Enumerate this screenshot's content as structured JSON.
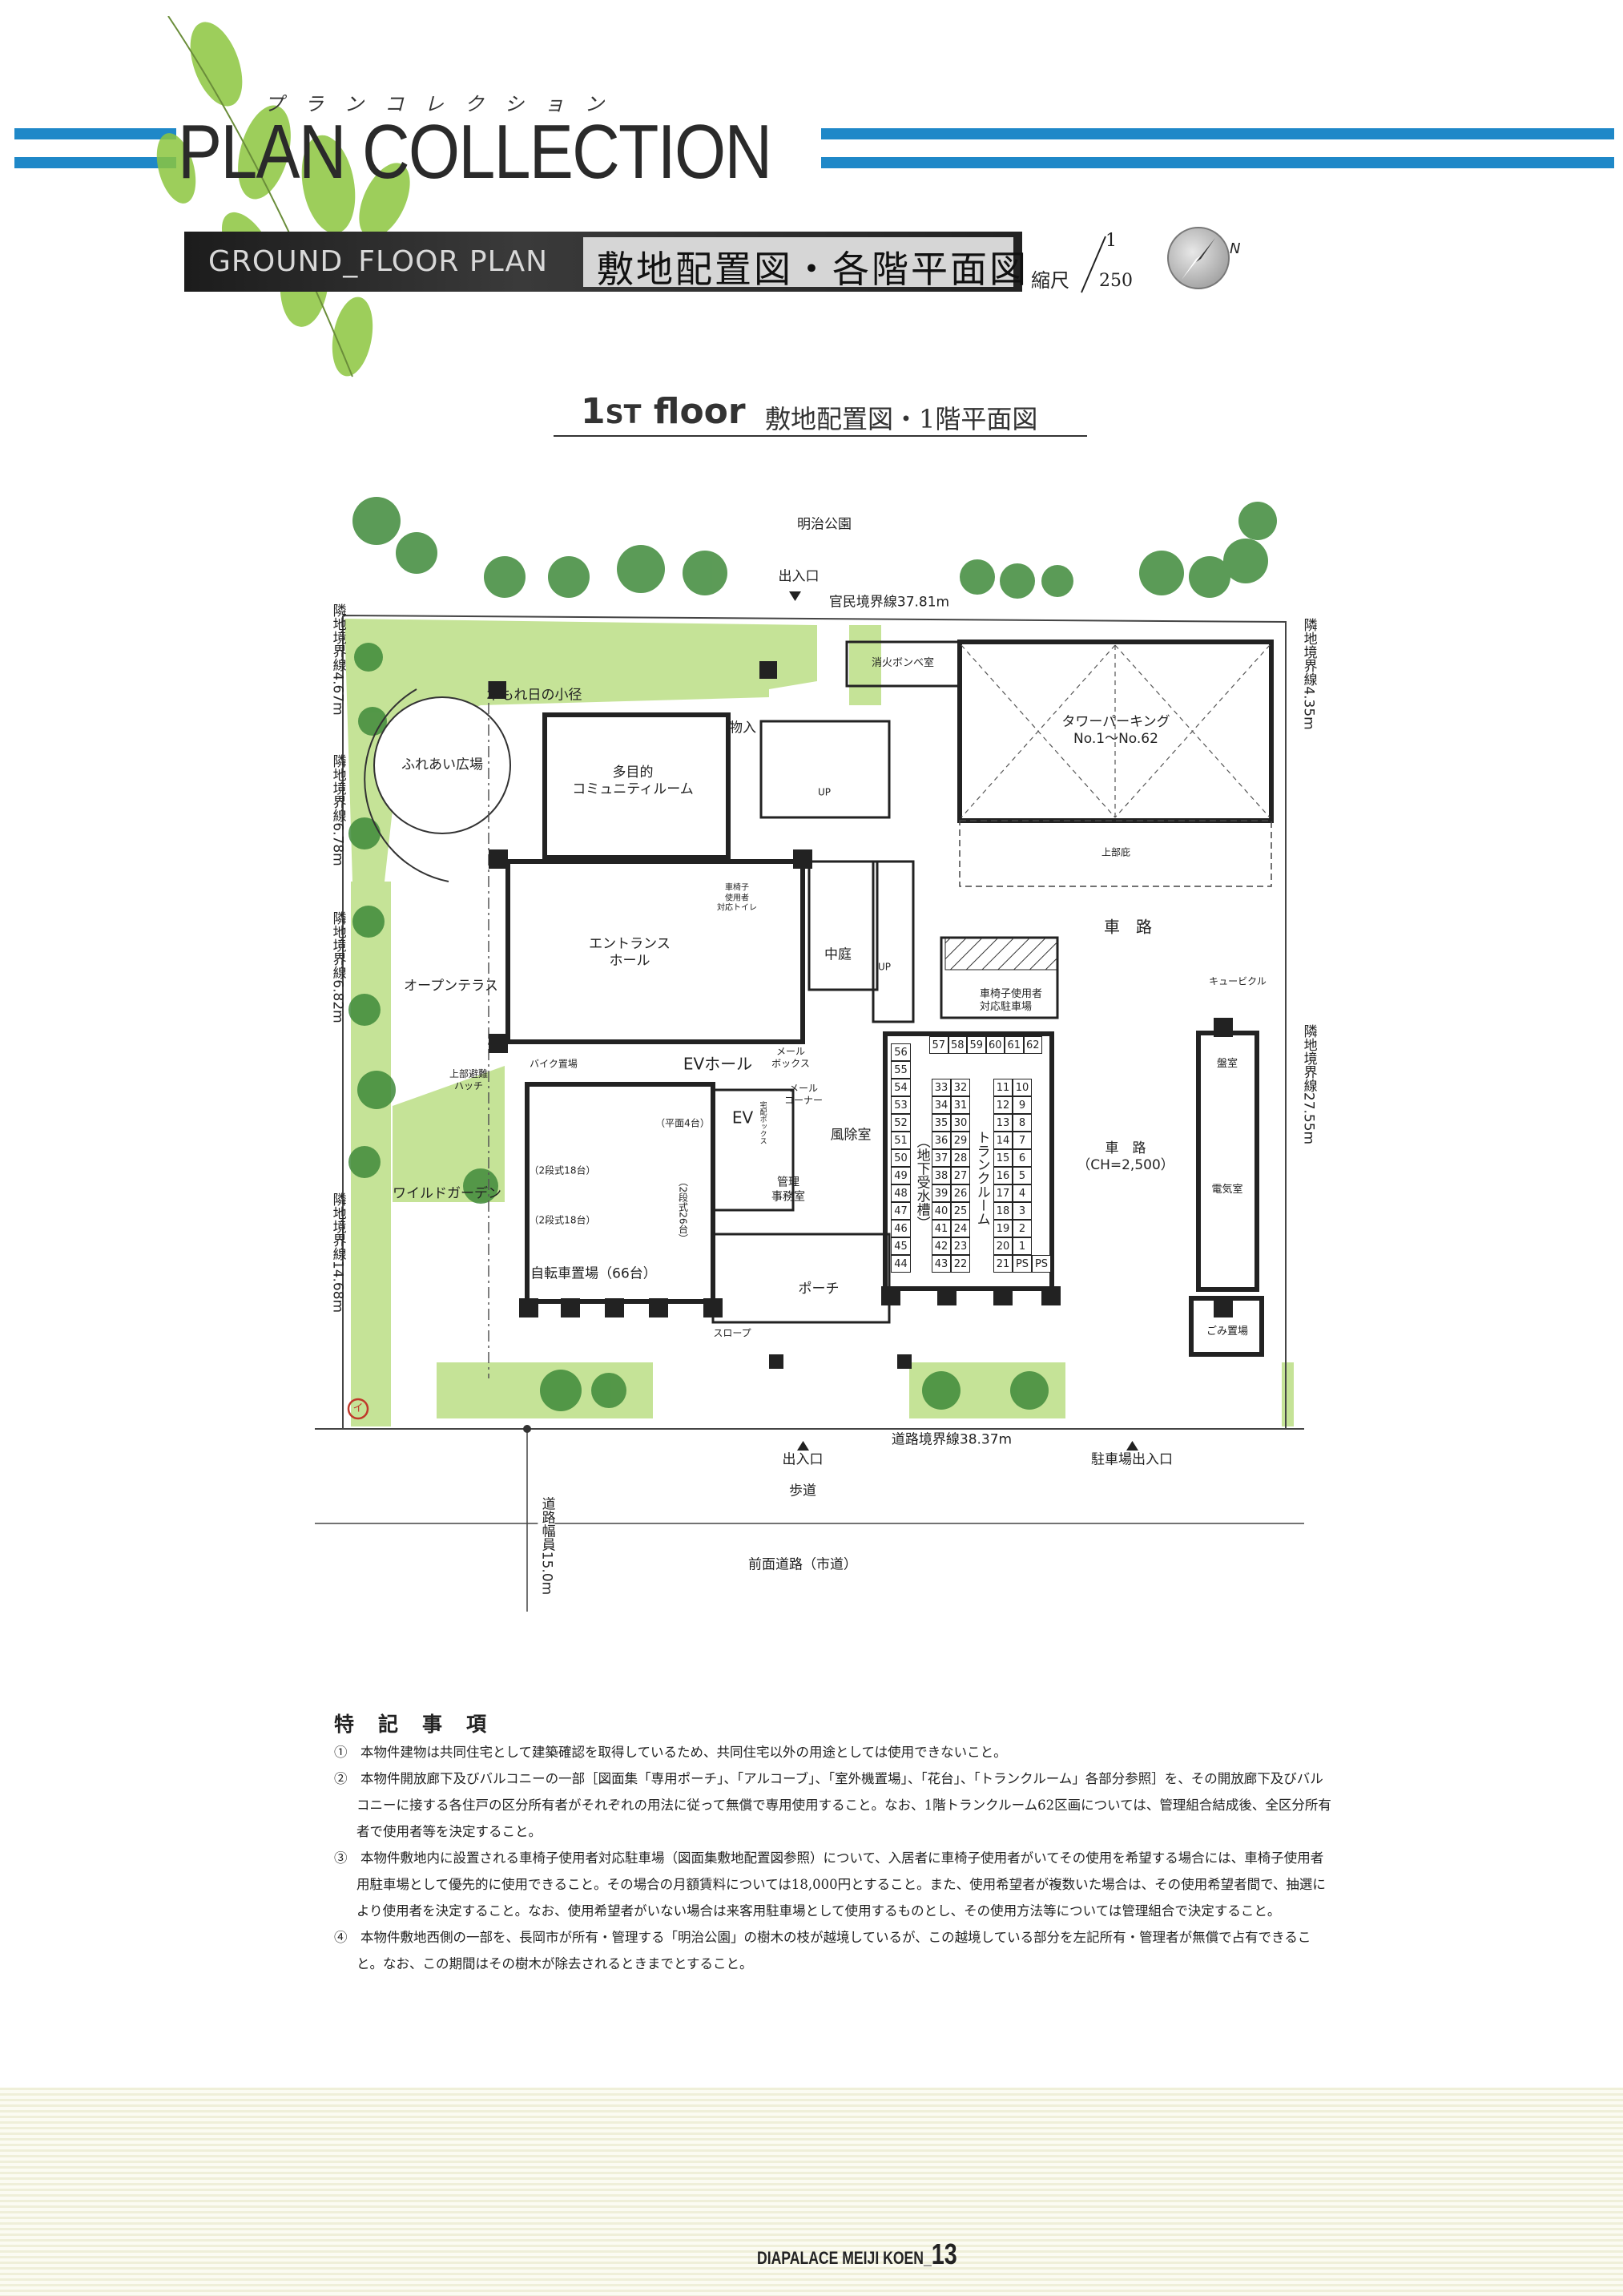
{
  "header": {
    "title": "PLAN COLLECTION",
    "title_reading": "プランコレクション",
    "section_en": "GROUND_FLOOR PLAN",
    "section_jp": "敷地配置図・各階平面図",
    "scale_label": "縮尺",
    "scale_numerator": "1",
    "scale_denominator": "250",
    "compass_label": "N",
    "accent_color": "#1f88c8"
  },
  "floor": {
    "title_big": "1",
    "title_small": "ST",
    "title_word": "floor",
    "title_jp": "敷地配置図・1階平面図"
  },
  "plan": {
    "park": "明治公園",
    "north_entrance": "出入口",
    "north_boundary": "官民境界線37.81m",
    "left_b1": "隣地境界線4.67m",
    "left_b2": "隣地境界線6.78m",
    "left_b3": "隣地境界線6.82m",
    "left_b4": "隣地境界線14.68m",
    "right_b1": "隣地境界線4.35m",
    "right_b2": "隣地境界線27.55m",
    "path": "木もれ日の小径",
    "storage": "物入",
    "community": "多目的\nコミュニティルーム",
    "plaza": "ふれあい広場",
    "up1": "UP",
    "up2": "UP",
    "toilet": "車椅子\n使用者\n対応トイレ",
    "entrance_hall": "エントランス\nホール",
    "courtyard": "中庭",
    "terrace": "オープンテラス",
    "hatch": "上部避難\nハッチ",
    "bike": "バイク置場",
    "ev_hall": "EVホール",
    "mailbox": "メール\nボックス",
    "mail_corner": "メール\nコーナー",
    "delivery_box": "宅配ボックス",
    "ev": "EV",
    "flat4": "（平面4台）",
    "windbreak": "風除室",
    "two_tier_a": "（2段式18台）",
    "two_tier_b": "（2段式18台）",
    "wild_garden": "ワイルドガーデン",
    "office": "管理\n事務室",
    "two_tier_26": "（2段式26台）",
    "bicycle": "自転車置場（66台）",
    "porch": "ポーチ",
    "slope": "スロープ",
    "water_tank": "（地下受水槽）",
    "trunk_room": "トランクルーム",
    "fire_room": "消火ボンベ室",
    "tower_parking": "タワーパーキング\nNo.1〜No.62",
    "eaves": "上部庇",
    "driveway": "車　路",
    "cubicle": "キュービクル",
    "wheelchair_parking": "車椅子使用者\n対応駐車場",
    "panel_room": "盤室",
    "driveway_ch": "車　路\n（CH=2,500）",
    "electric_room": "電気室",
    "garbage": "ごみ置場",
    "south_entrance": "出入口",
    "road_boundary": "道路境界線38.37m",
    "parking_entrance": "駐車場出入口",
    "sidewalk": "歩道",
    "road_width": "道路幅員15.0m",
    "front_road": "前面道路（市道）",
    "tree_mark": "イ"
  },
  "trunk": {
    "top_row": [
      "57",
      "58",
      "59",
      "60",
      "61",
      "62"
    ],
    "col_left": [
      "56",
      "55",
      "54",
      "53",
      "52",
      "51",
      "50",
      "49",
      "48",
      "47",
      "46",
      "45",
      "44"
    ],
    "col_b1": [
      "33",
      "34",
      "35",
      "36",
      "37",
      "38",
      "39",
      "40",
      "41",
      "42",
      "43"
    ],
    "col_b2": [
      "32",
      "31",
      "30",
      "29",
      "28",
      "27",
      "26",
      "25",
      "24",
      "23",
      "22"
    ],
    "col_c1": [
      "11",
      "12",
      "13",
      "14",
      "15",
      "16",
      "17",
      "18",
      "19",
      "20",
      "21"
    ],
    "col_c2": [
      "10",
      "9",
      "8",
      "7",
      "6",
      "5",
      "4",
      "3",
      "2",
      "1",
      "PS"
    ],
    "extra": "PS"
  },
  "notes": {
    "heading": "特記事項",
    "items": [
      "①　本物件建物は共同住宅として建築確認を取得しているため、共同住宅以外の用途としては使用できないこと。",
      "②　本物件開放廊下及びバルコニーの一部［図面集「専用ポーチ」、「アルコーブ」、「室外機置場」、「花台」、「トランクルーム」各部分参照］を、その開放廊下及びバルコニーに接する各住戸の区分所有者がそれぞれの用法に従って無償で専用使用すること。なお、1階トランクルーム62区画については、管理組合結成後、全区分所有者で使用者等を決定すること。",
      "③　本物件敷地内に設置される車椅子使用者対応駐車場（図面集敷地配置図参照）について、入居者に車椅子使用者がいてその使用を希望する場合には、車椅子使用者用駐車場として優先的に使用できること。その場合の月額賃料については18,000円とすること。また、使用希望者が複数いた場合は、その使用希望者間で、抽選により使用者を決定すること。なお、使用希望者がいない場合は来客用駐車場として使用するものとし、その使用方法等については管理組合で決定すること。",
      "④　本物件敷地西側の一部を、長岡市が所有・管理する「明治公園」の樹木の枝が越境しているが、この越境している部分を左記所有・管理者が無償で占有できること。なお、この期間はその樹木が除去されるときまでとすること。"
    ]
  },
  "footer": {
    "brand": "DIAPALACE MEIJI KOEN_",
    "page": "13"
  }
}
